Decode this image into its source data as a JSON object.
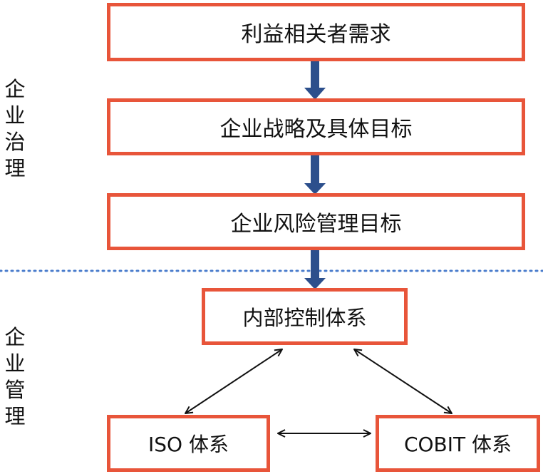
{
  "boxes": {
    "stakeholder_needs": "利益相关者需求",
    "enterprise_strategy": "企业战略及具体目标",
    "risk_objectives": "企业风险管理目标",
    "internal_control": "内部控制体系",
    "iso": "ISO 体系",
    "cobit": "COBIT 体系"
  },
  "side_labels": {
    "governance": "企业治理",
    "management": "企业管理"
  },
  "colors": {
    "box_border": "#e8553a",
    "flow_arrow": "#2c4f8c",
    "divider": "#4a7ccc",
    "relation_arrow": "#111111"
  }
}
